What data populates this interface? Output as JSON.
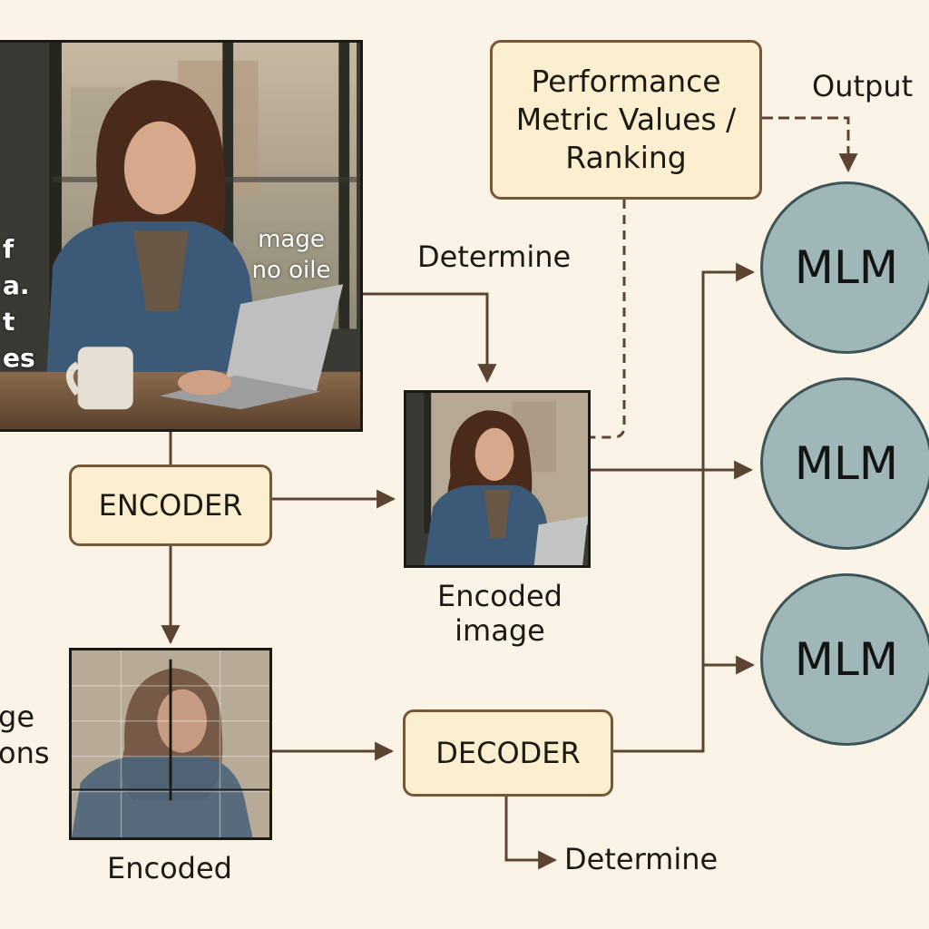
{
  "colors": {
    "background": "#fbf4e6",
    "box_fill": "#fcefcf",
    "box_border": "#75573a",
    "arrow": "#5b4431",
    "circle_fill": "#9fb7b8",
    "circle_border": "#3e5457"
  },
  "top_photo": {
    "overlay_line1": "mage",
    "overlay_line2": "no oile",
    "left_edge_fragments": [
      "f",
      "a.",
      "t",
      "es"
    ]
  },
  "metric_box": {
    "line1": "Performance",
    "line2": "Metric Values /",
    "line3": "Ranking"
  },
  "labels": {
    "output": "Output",
    "determine_top": "Determine",
    "encoded_image_line1": "Encoded",
    "encoded_image_line2": "image",
    "left_fragment_line1": "ge",
    "left_fragment_line2": "ons",
    "encoded_bottom": "Encoded",
    "determine_bottom": "Determine"
  },
  "encoder": {
    "label": "ENCODER"
  },
  "decoder": {
    "label": "DECODER"
  },
  "mlm_nodes": [
    {
      "label": "MLM"
    },
    {
      "label": "MLM"
    },
    {
      "label": "MLM"
    }
  ]
}
